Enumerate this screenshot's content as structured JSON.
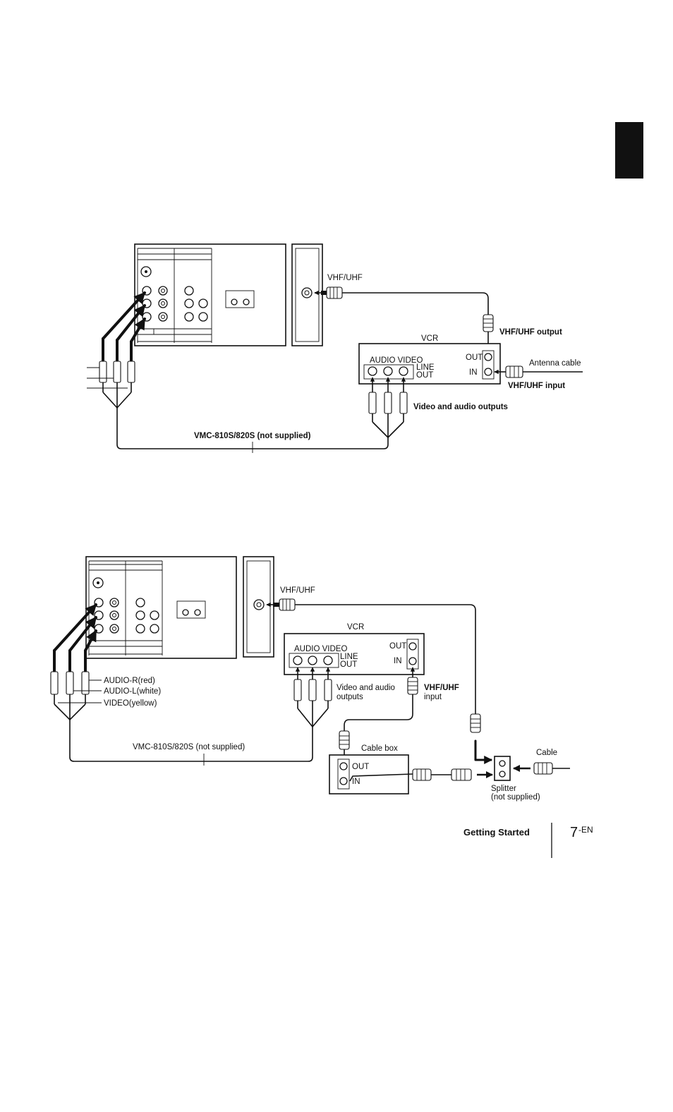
{
  "diagram_top": {
    "vhf_uhf": "VHF/UHF",
    "vcr": "VCR",
    "vhf_uhf_output": "VHF/UHF output",
    "antenna_cable": "Antenna cable",
    "vhf_uhf_input": "VHF/UHF input",
    "audio_video": "AUDIO  VIDEO",
    "line": "LINE",
    "line_out": "OUT",
    "vcr_out": "OUT",
    "vcr_in": "IN",
    "video_audio_outputs": "Video and audio outputs",
    "cable_name": "VMC-810S/820S (not supplied)"
  },
  "diagram_bottom": {
    "vhf_uhf": "VHF/UHF",
    "vcr": "VCR",
    "audio_video": "AUDIO  VIDEO",
    "line": "LINE",
    "line_out": "OUT",
    "vcr_out": "OUT",
    "vcr_in": "IN",
    "audio_r": "AUDIO-R(red)",
    "audio_l": "AUDIO-L(white)",
    "video": "VIDEO(yellow)",
    "video_audio_1": "Video and audio",
    "video_audio_2": "outputs",
    "vhf_input_1": "VHF/UHF",
    "vhf_input_2": "input",
    "cable_name": "VMC-810S/820S (not supplied)",
    "cable_box": "Cable box",
    "box_out": "OUT",
    "box_in": "IN",
    "cable": "Cable",
    "splitter_1": "Splitter",
    "splitter_2": "(not supplied)"
  },
  "footer": {
    "section": "Getting Started",
    "page_number": "7",
    "page_suffix": "-EN"
  }
}
